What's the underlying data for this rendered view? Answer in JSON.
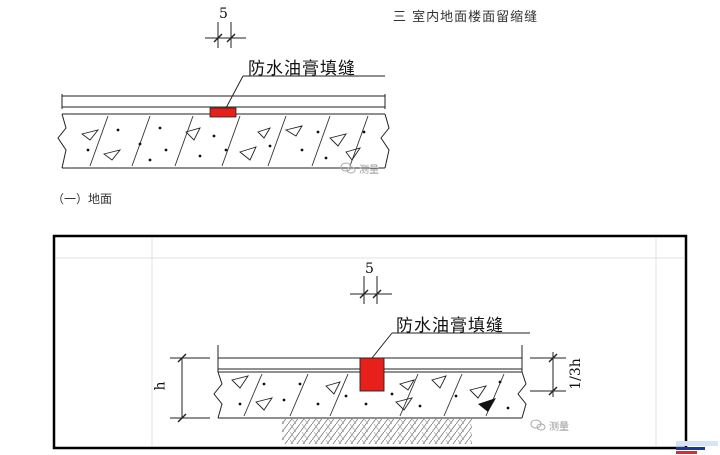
{
  "heading": "三  室内地面楼面留缩缝",
  "detail_1": {
    "dimension": "5",
    "joint_label": "防水油膏填缝",
    "caption": "（一）地面",
    "watermark": "测量"
  },
  "detail_2": {
    "dimension": "5",
    "joint_label": "防水油膏填缝",
    "height_label": "h",
    "ratio_label": "1/3h",
    "watermark": "测量"
  },
  "colors": {
    "sealant": "#e8201c",
    "line": "#222222",
    "frame": "#000000",
    "grid": "#e0e0e0"
  },
  "icons": [
    "wechat-icon",
    "site-logo"
  ]
}
